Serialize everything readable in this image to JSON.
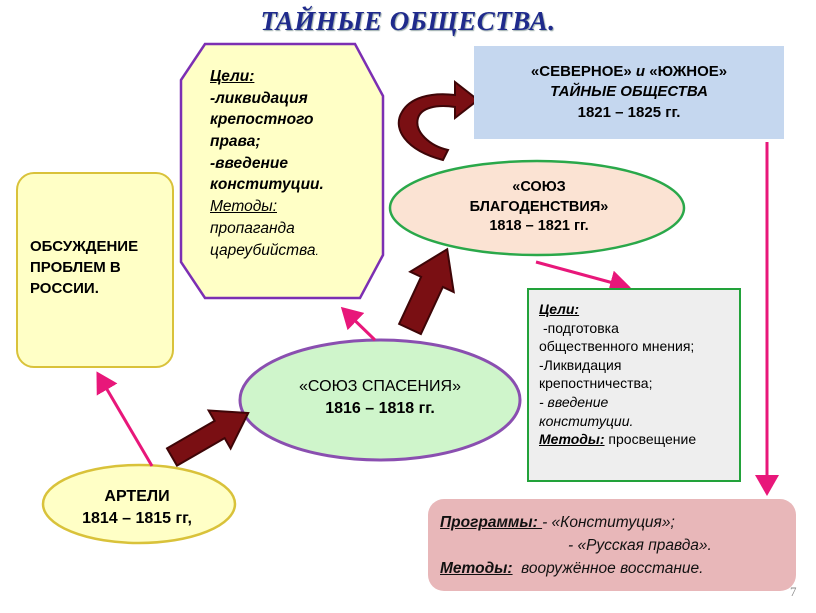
{
  "title": "ТАЙНЫЕ ОБЩЕСТВА.",
  "discussion": {
    "line1": "ОБСУЖДЕНИЕ",
    "line2": "ПРОБЛЕМ В",
    "line3": "РОССИИ."
  },
  "union_goals": {
    "heading": "Цели:",
    "lines": [
      "-ликвидация",
      "крепостного",
      "права;",
      "-введение",
      "конституции."
    ],
    "methods_label": "Методы:",
    "methods_lines": [
      "пропаганда",
      "цареубийства"
    ],
    "methods_end": "."
  },
  "north_south": {
    "part1": "«СЕВЕРНОЕ»",
    "part2": " и ",
    "part3": "«ЮЖНОЕ»",
    "line2": "ТАЙНЫЕ ОБЩЕСТВА",
    "years": "1821 – 1825 гг."
  },
  "welfare": {
    "line1": "«СОЮЗ",
    "line2": "БЛАГОДЕНСТВИЯ»",
    "years": "1818 – 1821 гг."
  },
  "welfare_goals": {
    "heading": "Цели:",
    "lines": [
      "-подготовка",
      "общественного мнения;",
      "-Ликвидация",
      "крепостничества;"
    ],
    "italic_lines": [
      "- введение",
      "конституции."
    ],
    "methods_label": "Методы:",
    "methods_value": " просвещение"
  },
  "salvation": {
    "name": "«СОЮЗ СПАСЕНИЯ»",
    "years": "1816 – 1818 гг."
  },
  "artels": {
    "name": "АРТЕЛИ",
    "years": "1814 – 1815 гг,"
  },
  "programs": {
    "label": "Программы: ",
    "item1": "- «Конституция»;",
    "item2": "- «Русская правда».",
    "methods_label": "Методы:",
    "methods_value": "  вооружённое восстание."
  },
  "page_number": "7",
  "colors": {
    "title": "#1f2a8c",
    "connector": "#e8177a",
    "block_arrow": "#7a0f13",
    "ellipse_border": "#8a4fb0",
    "green_fill": "#cff5cb",
    "peach_fill": "#fbe3d3",
    "yellow_fill": "#ffffc6",
    "blue_fill": "#c5d7ef",
    "pink_fill": "#e8b7b9"
  }
}
